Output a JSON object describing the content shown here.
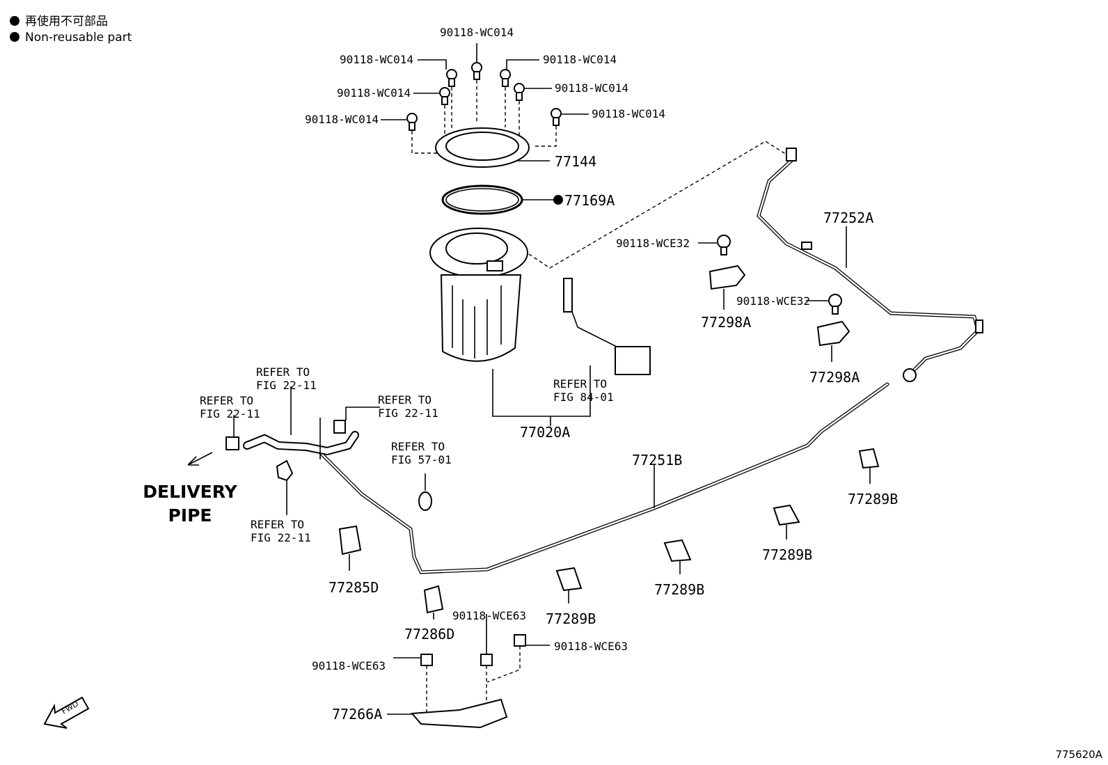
{
  "legend": [
    {
      "text": "再使用不可部品"
    },
    {
      "text": "Non-reusable part"
    }
  ],
  "delivery_pipe": [
    "DELIVERY",
    "PIPE"
  ],
  "figure_code": "775620A",
  "fwd_label": "FWD",
  "bolts_90118_WC014": [
    "90118-WC014",
    "90118-WC014",
    "90118-WC014",
    "90118-WC014",
    "90118-WC014",
    "90118-WC014",
    "90118-WC014"
  ],
  "parts": {
    "p77144": "77144",
    "p77169A": "77169A",
    "p77020A": "77020A",
    "p77252A": "77252A",
    "p77298A_1": "77298A",
    "p77298A_2": "77298A",
    "p77251B": "77251B",
    "p77289B_1": "77289B",
    "p77289B_2": "77289B",
    "p77289B_3": "77289B",
    "p77289B_4": "77289B",
    "p77285D": "77285D",
    "p77286D": "77286D",
    "p77266A": "77266A"
  },
  "bolts_wce32": [
    "90118-WCE32",
    "90118-WCE32"
  ],
  "clips_wce63": [
    "90118-WCE63",
    "90118-WCE63",
    "90118-WCE63"
  ],
  "refs": {
    "r1": "REFER TO FIG 22-11",
    "r2": "REFER TO FIG 22-11",
    "r3": "REFER TO FIG 22-11",
    "r4": "REFER TO FIG 22-11",
    "r5": "REFER TO FIG 57-01",
    "r6": "REFER TO FIG 84-01"
  }
}
